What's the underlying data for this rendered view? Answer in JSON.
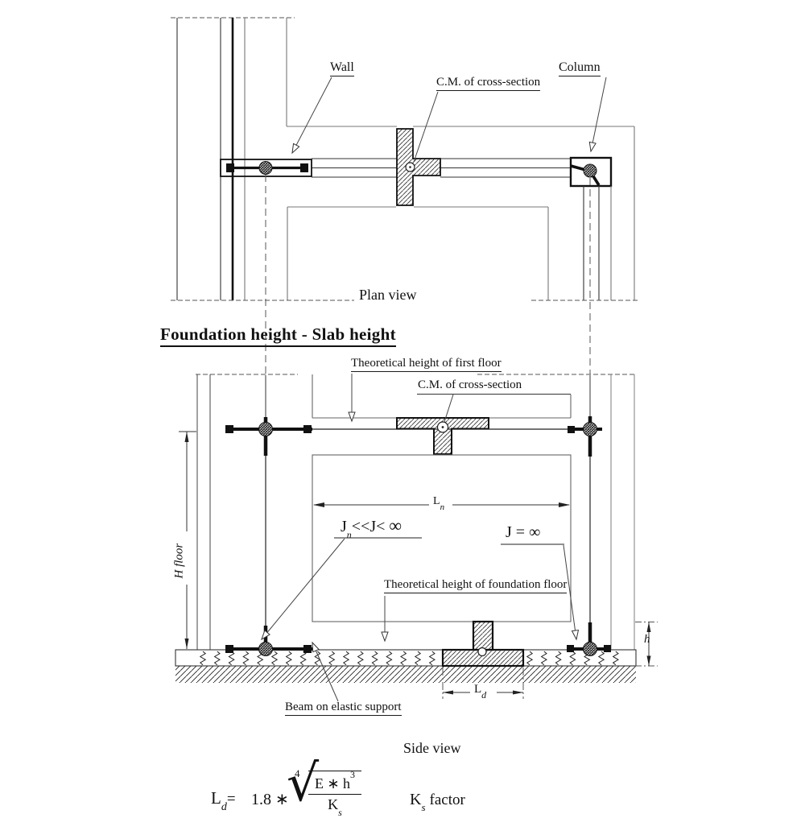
{
  "plan": {
    "wall_label": "Wall",
    "cm_label": "C.M. of cross-section",
    "column_label": "Column",
    "caption": "Plan view"
  },
  "heading": "Foundation height - Slab height",
  "side": {
    "th_first_label": "Theoretical height of first floor",
    "cm_label": "C.M. of cross-section",
    "jn": {
      "base": "J",
      "sub": "n",
      "rest": "<<J< ",
      "inf": "∞"
    },
    "jinf": "J = ∞",
    "th_found_label": "Theoretical height of foundation floor",
    "beam_label": "Beam on elastic support",
    "caption": "Side view"
  },
  "dims": {
    "h_floor": "H floor",
    "ln": {
      "base": "L",
      "sub": "n"
    },
    "ld": {
      "base": "L",
      "sub": "d"
    },
    "h": "h"
  },
  "formula": {
    "lhs_base": "L",
    "lhs_sub": "d",
    "equals": "=",
    "coef": "1.8",
    "star": "∗",
    "root_index": "4",
    "radical": "√",
    "num_base": "E ∗ h",
    "num_sup": "3",
    "den_base": "K",
    "den_sub": "s",
    "ks_base": "K",
    "ks_sub": "s",
    "ks_rest": "factor"
  },
  "colors": {
    "line_dark": "#1a1a1a",
    "line_gray": "#666666",
    "hatch": "#333333"
  }
}
